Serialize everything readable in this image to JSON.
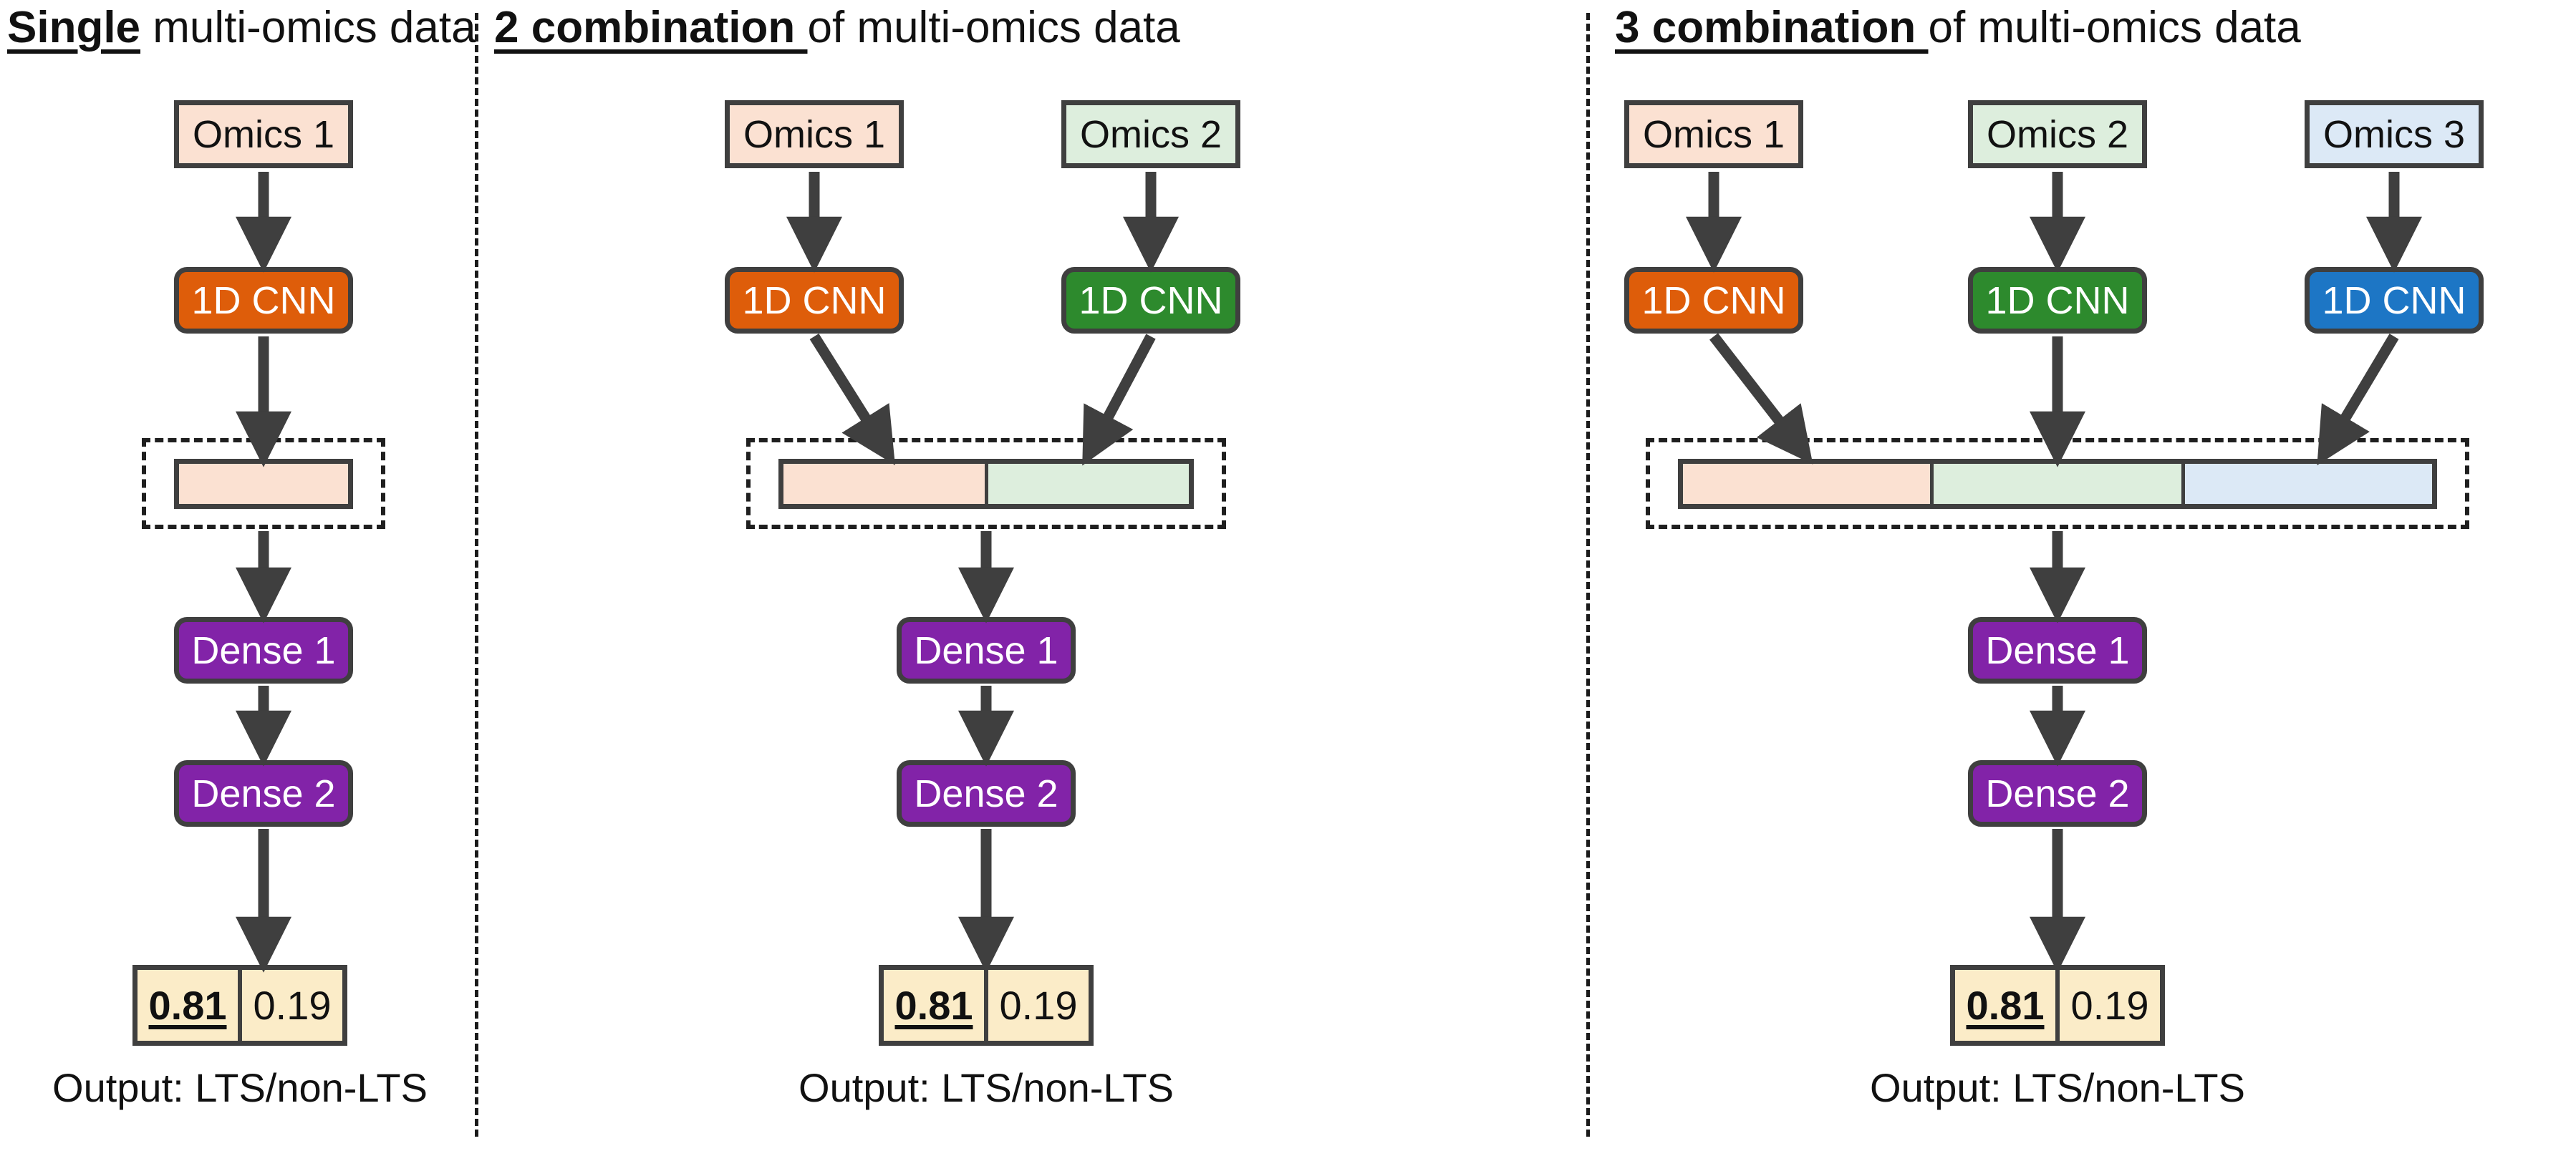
{
  "figure": {
    "description": "Three-panel schematic of 1D-CNN multi-omics fusion architectures",
    "background_color": "#ffffff",
    "divider_color": "#1a1a1a",
    "border_color": "#3f3f3f"
  },
  "palette": {
    "omics1_fill": "#fbe1d2",
    "omics2_fill": "#ddeedd",
    "omics3_fill": "#dce9f6",
    "cnn1_fill": "#de5d0a",
    "cnn2_fill": "#2d8a2d",
    "cnn3_fill": "#1d76c5",
    "dense_fill": "#8223a8",
    "output_fill": "#fbecc8",
    "text_dark": "#111111",
    "text_light": "#ffffff"
  },
  "panels": [
    {
      "id": "single",
      "title_em": "Single",
      "title_rest": " multi-omics data",
      "omics": [
        {
          "label": "Omics 1",
          "fill_key": "omics1_fill"
        }
      ],
      "cnns": [
        {
          "label": "1D CNN",
          "fill_key": "cnn1_fill"
        }
      ],
      "concat_segments": [
        {
          "fill_key": "omics1_fill"
        }
      ],
      "dense": [
        {
          "label": "Dense 1"
        },
        {
          "label": "Dense 2"
        }
      ],
      "output": {
        "cells": [
          {
            "value": "0.81",
            "predicted": true
          },
          {
            "value": "0.19",
            "predicted": false
          }
        ],
        "caption": "Output: LTS/non-LTS"
      }
    },
    {
      "id": "two-combination",
      "title_em": "2 combination ",
      "title_rest": "of multi-omics data",
      "omics": [
        {
          "label": "Omics 1",
          "fill_key": "omics1_fill"
        },
        {
          "label": "Omics 2",
          "fill_key": "omics2_fill"
        }
      ],
      "cnns": [
        {
          "label": "1D CNN",
          "fill_key": "cnn1_fill"
        },
        {
          "label": "1D CNN",
          "fill_key": "cnn2_fill"
        }
      ],
      "concat_segments": [
        {
          "fill_key": "omics1_fill"
        },
        {
          "fill_key": "omics2_fill"
        }
      ],
      "dense": [
        {
          "label": "Dense 1"
        },
        {
          "label": "Dense 2"
        }
      ],
      "output": {
        "cells": [
          {
            "value": "0.81",
            "predicted": true
          },
          {
            "value": "0.19",
            "predicted": false
          }
        ],
        "caption": "Output: LTS/non-LTS"
      }
    },
    {
      "id": "three-combination",
      "title_em": "3 combination ",
      "title_rest": "of multi-omics data",
      "omics": [
        {
          "label": "Omics 1",
          "fill_key": "omics1_fill"
        },
        {
          "label": "Omics 2",
          "fill_key": "omics2_fill"
        },
        {
          "label": "Omics 3",
          "fill_key": "omics3_fill"
        }
      ],
      "cnns": [
        {
          "label": "1D CNN",
          "fill_key": "cnn1_fill"
        },
        {
          "label": "1D CNN",
          "fill_key": "cnn2_fill"
        },
        {
          "label": "1D CNN",
          "fill_key": "cnn3_fill"
        }
      ],
      "concat_segments": [
        {
          "fill_key": "omics1_fill"
        },
        {
          "fill_key": "omics2_fill"
        },
        {
          "fill_key": "omics3_fill"
        }
      ],
      "dense": [
        {
          "label": "Dense 1"
        },
        {
          "label": "Dense 2"
        }
      ],
      "output": {
        "cells": [
          {
            "value": "0.81",
            "predicted": true
          },
          {
            "value": "0.19",
            "predicted": false
          }
        ],
        "caption": "Output: LTS/non-LTS"
      }
    }
  ]
}
